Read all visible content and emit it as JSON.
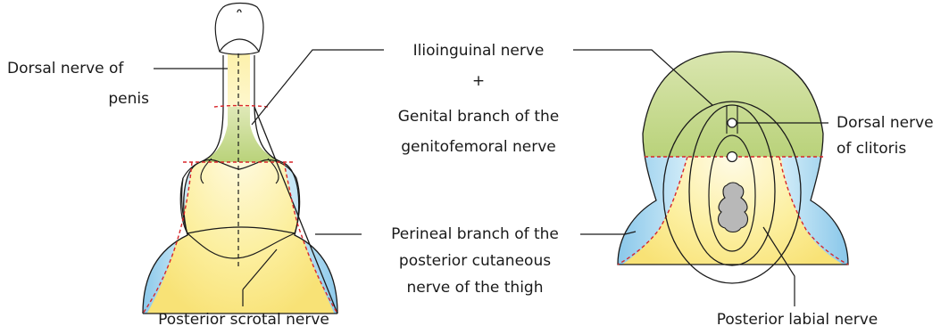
{
  "labels": {
    "dorsal_penis_1": "Dorsal nerve of",
    "dorsal_penis_2": "penis",
    "ilioinguinal": "Ilioinguinal nerve",
    "plus": "+",
    "genital_1": "Genital branch of the",
    "genital_2": "genitofemoral nerve",
    "dorsal_clitoris_1": "Dorsal nerve",
    "dorsal_clitoris_2": "of clitoris",
    "perineal_1": "Perineal branch of the",
    "perineal_2": "posterior cutaneous",
    "perineal_3": "nerve of the thigh",
    "posterior_scrotal": "Posterior scrotal nerve",
    "posterior_labial": "Posterior labial nerve"
  },
  "colors": {
    "green_zone": "#c5d98a",
    "blue_zone": "#8ccbea",
    "yellow_zone": "#fbe98a",
    "dashed_boundary": "#d8262a",
    "outline": "#1a1a1a",
    "anal_opening": "#b8b8b8"
  }
}
